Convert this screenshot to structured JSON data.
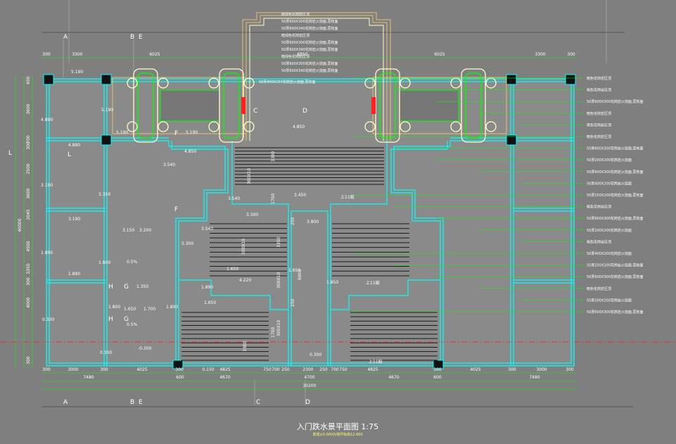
{
  "title": "入门跌水景平面图",
  "scale": "1:75",
  "subtitle": "景观±0.000为地坪标高12.600",
  "grid_labels": {
    "a": "A",
    "b": "B",
    "e": "E",
    "c": "C",
    "d": "D"
  },
  "top_dims": [
    "300",
    "3300",
    "6025",
    "6850",
    "6025",
    "3300",
    "300"
  ],
  "bottom_dims_row1": [
    "300",
    "3000",
    "300",
    "4025",
    "300",
    "0.150",
    "4825",
    "750",
    "700",
    "250",
    "2300",
    "250",
    "700",
    "750",
    "4825",
    "300",
    "4025",
    "300",
    "3000",
    "300"
  ],
  "bottom_dims_row2": [
    "7480",
    "600",
    "4670",
    "4700",
    "4670",
    "600",
    "7480"
  ],
  "bottom_total": "30200",
  "left_dims": [
    "600",
    "3600",
    "700",
    "300",
    "2500",
    "3600",
    "2045",
    "4500",
    "3350",
    "300",
    "4000",
    "300"
  ],
  "left_total": "40000",
  "left_label": "L",
  "elevations": [
    "5.190",
    "5.190",
    "5.190",
    "5.190",
    "4.890",
    "4.890",
    "4.850",
    "4.850",
    "3.540",
    "3.540",
    "3.450",
    "3.350",
    "3.300",
    "3.190",
    "3.190",
    "3.150",
    "3.200",
    "3.540",
    "3.800",
    "5.300",
    "1.890",
    "1.800",
    "1.890",
    "1.650",
    "1.890",
    "1.700",
    "1.800",
    "1.800",
    "1.850",
    "1.650",
    "1.650",
    "1.350",
    "0.300",
    "0.300",
    "0.300",
    "-0.300",
    "4.220"
  ],
  "slope_labels": [
    "0.5%",
    "0.5%"
  ],
  "letter_tags": [
    "C",
    "D",
    "F",
    "F",
    "L",
    "H",
    "G",
    "H",
    "G"
  ],
  "step_labels": [
    "3300",
    "300X10",
    "1700",
    "300X10",
    "3350",
    "300X10",
    "1700",
    "3300",
    "300X10"
  ],
  "gap_labels": [
    "250",
    "6800",
    "250",
    "1.650",
    "上11級",
    "上11級",
    "上11級"
  ],
  "top_notes": [
    "暗绿色花岗岩压顶",
    "50厚600X300花岗岩火烧面,荔枝面",
    "50厚600X340花岗岩火烧面,荔枝面",
    "暗绿色花岗岩压顶",
    "50厚600X300花岗岩火烧面,荔枝面",
    "50厚600X340花岗岩火烧面,荔枝面",
    "暗绿色花岗岩压顶",
    "50厚600X300花岗岩火烧面,荔枝面",
    "50厚600X340花岗岩火烧面,荔枝面",
    "50厚400X250花岗岩火烧面,荔枝面"
  ],
  "right_notes": [
    "暗色花岗岩压顶",
    "暗色花岗岩压顶",
    "50厚600X300花岗岩火烧面,荔枝面",
    "暗色花岗岩压顶",
    "黑色花岗岩压顶",
    "暗色花岗岩压顶",
    "50厚600X300花岗岩火烧面,荔枝面",
    "50厚200X200花岗岩火烧面",
    "50厚600X300花岗岩火烧面,荔枝面",
    "50厚400X200花岗岩火烧面",
    "50厚250X200花岗岩火烧面,荔枝面",
    "暗色花岗岩压顶",
    "50厚600X300花岗岩火烧面,荔枝面",
    "50厚200X200花岗岩火烧面",
    "暗色花岗岩压顶",
    "50厚400X200花岗岩火烧面",
    "50厚250X200花岗岩火烧面,荔枝面",
    "50厚600X300花岗岩火烧面,荔枝面",
    "暗色花岗岩压顶",
    "50厚200X200花岗岩火烧面",
    "50厚600X300花岗岩火烧面,荔枝面"
  ],
  "colors": {
    "background": "#7f7f7f",
    "wall_cyan": "#00ffff",
    "water_green": "#00ff00",
    "notes_white": "#ffffff",
    "yellow": "#ffff00",
    "red_axis": "#ff2020",
    "ornament": "#ffffcc",
    "tan": "#e8c070"
  }
}
